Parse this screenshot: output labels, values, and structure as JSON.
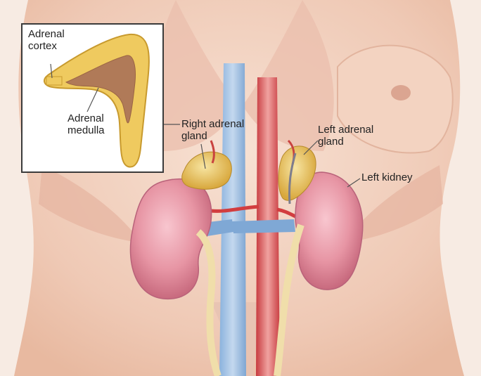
{
  "labels": {
    "adrenal_cortex": [
      "Adrenal",
      "cortex"
    ],
    "adrenal_medulla": [
      "Adrenal",
      "medulla"
    ],
    "right_adrenal_gland": [
      "Right adrenal",
      "gland"
    ],
    "left_adrenal_gland": [
      "Left adrenal",
      "gland"
    ],
    "left_kidney": [
      "Left kidney"
    ]
  },
  "colors": {
    "background": "#f7ebe3",
    "skin": "#f1d2c1",
    "kidney": "#e58f9f",
    "adrenal": "#e9c45a",
    "vein": "#6f9fd0",
    "artery": "#d84a4a",
    "ureter": "#f1e2a8",
    "label_text": "#222222",
    "leader_line": "#555555"
  },
  "icons": {
    "inset": "adrenal-gland-cross-section-icon"
  }
}
